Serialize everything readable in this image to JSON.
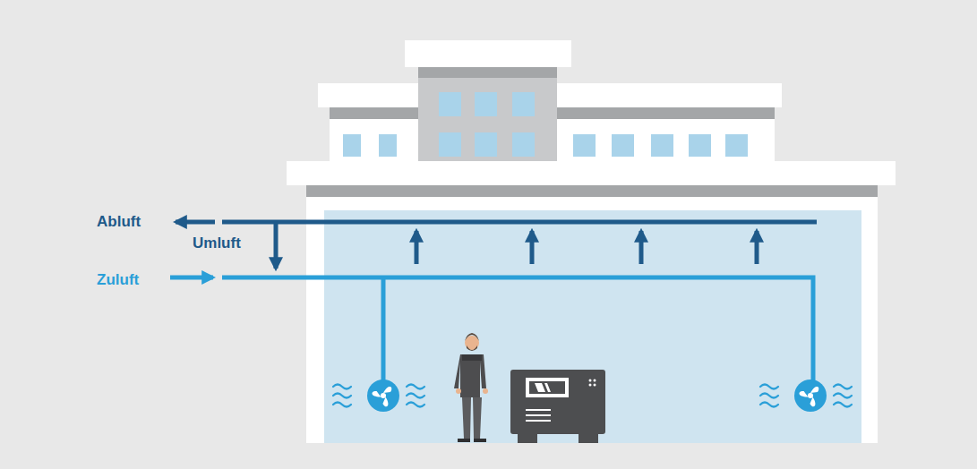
{
  "diagram": {
    "labels": [
      "Abluft",
      "Umluft",
      "Zuluft"
    ]
  }
}
